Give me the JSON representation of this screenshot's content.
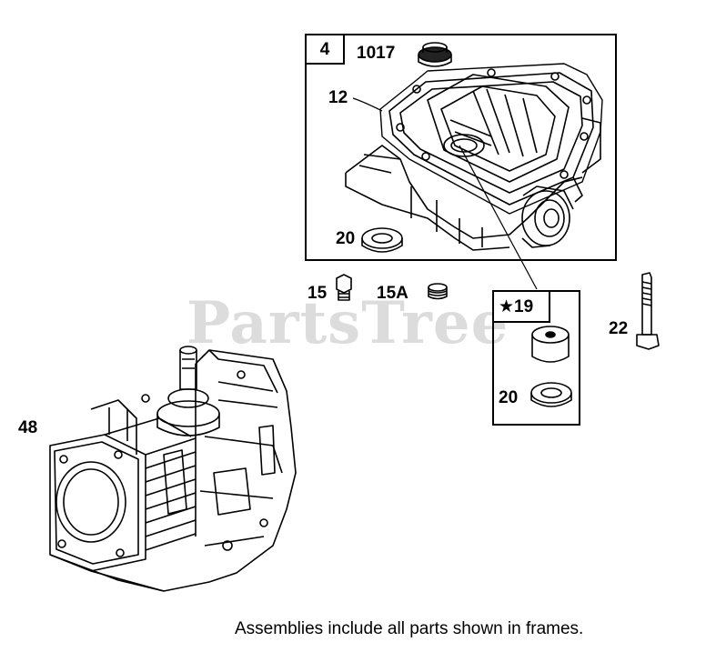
{
  "watermark": "PartsTree",
  "frames": {
    "main_badge": "4",
    "star19_label": "★19"
  },
  "callouts": {
    "c1017": "1017",
    "c12": "12",
    "c20_top": "20",
    "c15": "15",
    "c15a": "15A",
    "c22": "22",
    "c20_bottom": "20",
    "c48": "48"
  },
  "footnote": "Assemblies include all parts shown in frames.",
  "colors": {
    "line": "#000000",
    "watermark": "#dcdcdc",
    "background": "#ffffff"
  }
}
